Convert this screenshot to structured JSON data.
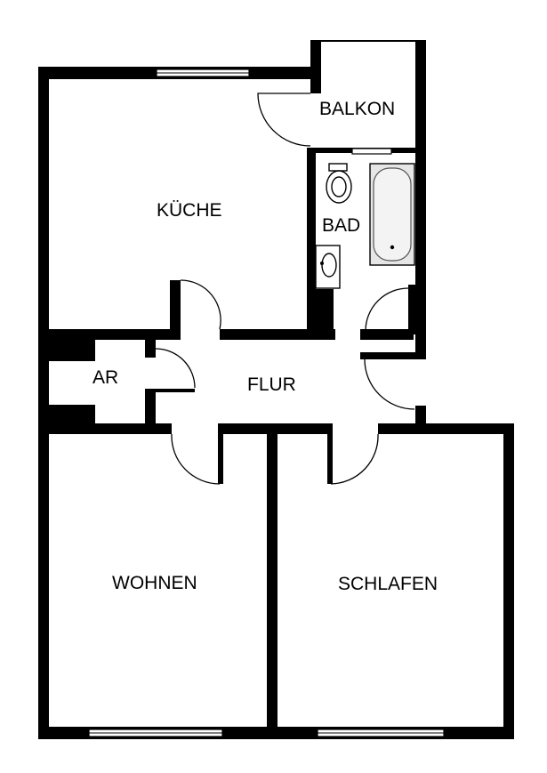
{
  "rooms": {
    "kueche": "KÜCHE",
    "balkon": "BALKON",
    "bad": "BAD",
    "ar": "AR",
    "flur": "FLUR",
    "wohnen": "WOHNEN",
    "schlafen": "SCHLAFEN"
  },
  "colors": {
    "wall": "#000000",
    "background": "#ffffff",
    "tub": "#e6e6e6"
  }
}
